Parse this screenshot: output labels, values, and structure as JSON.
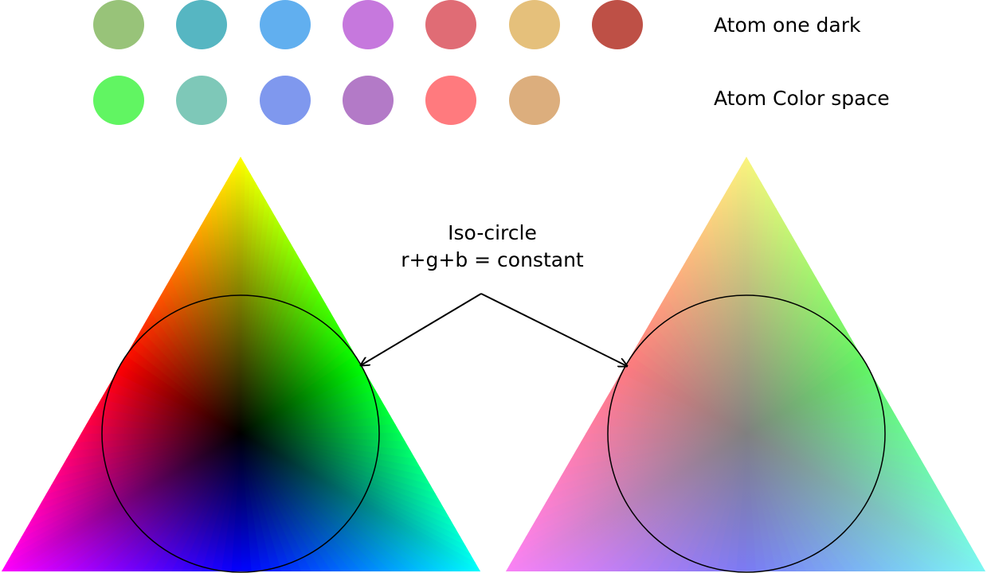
{
  "rows": [
    {
      "label": "Atom one dark",
      "swatches": [
        "#98c379",
        "#56b6c2",
        "#61afef",
        "#c678dd",
        "#e06c75",
        "#e5c07b",
        "#be5046"
      ]
    },
    {
      "label": "Atom Color space",
      "swatches": [
        "#61f562",
        "#7ec8b8",
        "#7f98ee",
        "#b37ac7",
        "#ff7a7e",
        "#dcae7d"
      ]
    }
  ],
  "annotation": {
    "line1": "Iso-circle",
    "line2": "r+g+b = constant"
  },
  "triangles": [
    {
      "name": "rgb-triangle",
      "corner_colors": {
        "top": "#ffff00",
        "left": "#ff00ff",
        "right": "#00ffff"
      },
      "edge_colors": {
        "left": "#ff0000",
        "right": "#00ff00",
        "bottom": "#0000ff"
      },
      "center_color": "#000000"
    },
    {
      "name": "atom-triangle",
      "corner_colors": {
        "top": "#faf57e",
        "left": "#fa82f6",
        "right": "#7cf7f4"
      },
      "edge_colors": {
        "left": "#ff7a7e",
        "right": "#61f562",
        "bottom": "#7a7af5"
      },
      "center_color": "#808080"
    }
  ]
}
